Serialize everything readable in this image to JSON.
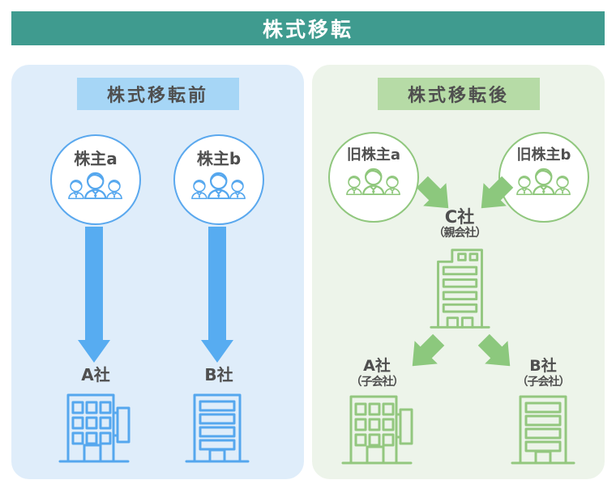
{
  "title": "株式移転",
  "before": {
    "heading": "株式移転前",
    "shareholder_a": "株主a",
    "shareholder_b": "株主b",
    "company_a": "A社",
    "company_b": "B社"
  },
  "after": {
    "heading": "株式移転後",
    "former_shareholder_a": "旧株主a",
    "former_shareholder_b": "旧株主b",
    "parent_label": "C社",
    "parent_sub": "（親会社）",
    "subsidiary_a_label": "A社",
    "subsidiary_a_sub": "（子会社）",
    "subsidiary_b_label": "B社",
    "subsidiary_b_sub": "（子会社）"
  },
  "colors": {
    "banner_bg": "#3F9B8F",
    "banner_text": "#FFFFFF",
    "panel_before_bg": "#DFEDFA",
    "heading_before_bg": "#A6D6F6",
    "panel_after_bg": "#EDF4EA",
    "heading_after_bg": "#B6DBA6",
    "blue_icon": "#55A7EE",
    "blue_arrow": "#57ACF1",
    "green_icon": "#93C77F",
    "green_arrow": "#8CC87D",
    "label_text": "#4F4F4F"
  }
}
